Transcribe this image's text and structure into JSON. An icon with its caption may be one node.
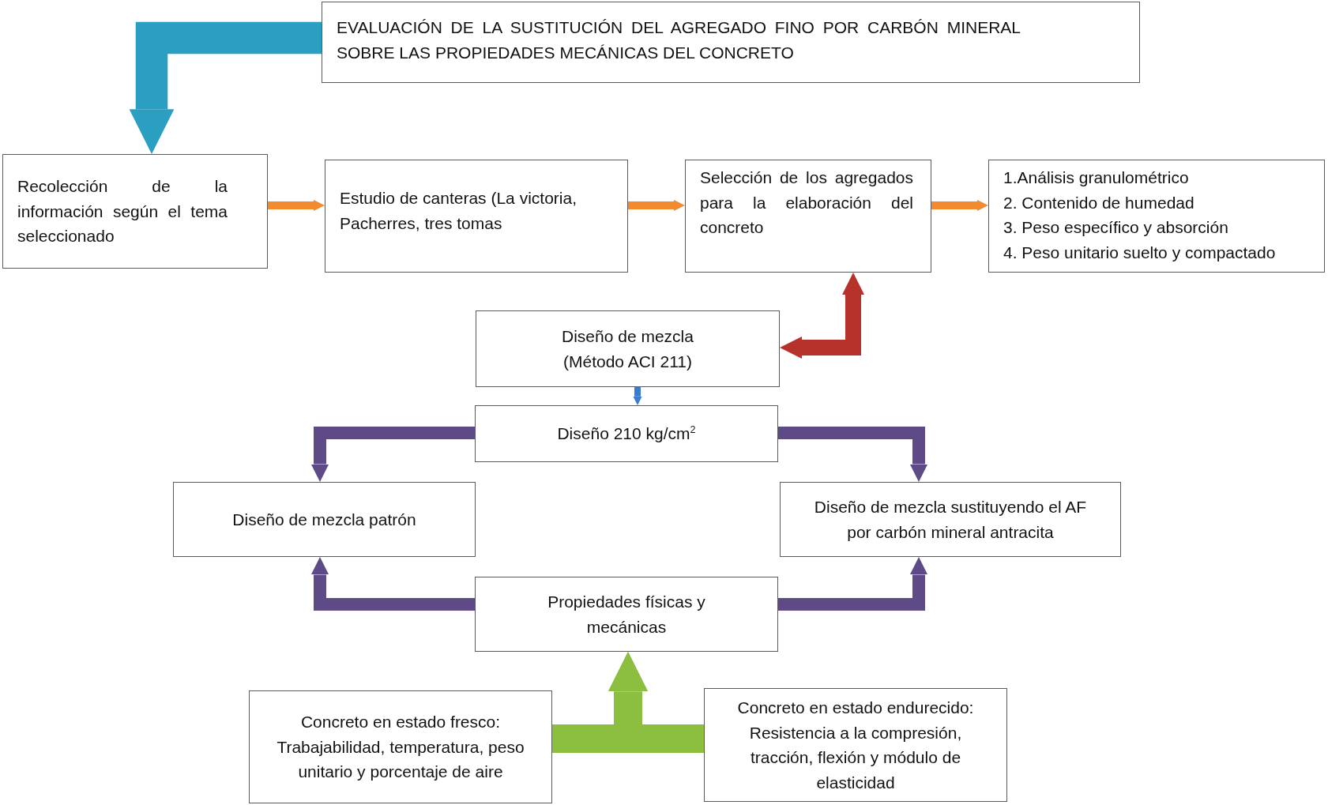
{
  "diagram": {
    "nodes": [
      {
        "text": [
          "EVALUACIÓN DE LA SUSTITUCIÓN DEL AGREGADO FINO POR CARBÓN MINERAL SOBRE LAS PROPIEDADES MECÁNICAS DEL CONCRETO"
        ]
      },
      {
        "text": [
          "Recolección de la información según el tema seleccionado"
        ]
      },
      {
        "text": [
          "Estudio de canteras (La victoria, Pacherres, tres tomas"
        ]
      },
      {
        "text": [
          "Selección de los agregados para la elaboración del concreto"
        ]
      },
      {
        "text": [
          "1.Análisis granulométrico",
          "2. Contenido de humedad",
          "3. Peso específico y absorción",
          "4. Peso unitario suelto y compactado"
        ]
      },
      {
        "text": [
          "Diseño de mezcla (Método ACI 211)"
        ]
      },
      {
        "text": [
          "Diseño 210 kg/cm$^{2}$"
        ]
      },
      {
        "text": [
          "Diseño de mezcla patrón"
        ]
      },
      {
        "text": [
          "Diseño de mezcla sustituyendo el AF por carbón mineral antracita"
        ]
      },
      {
        "text": [
          "Propiedades físicas y mecánicas"
        ]
      },
      {
        "text": [
          "Concreto en estado fresco: Trabajabilidad, temperatura, peso unitario y porcentaje de aire"
        ]
      },
      {
        "text": [
          "Concreto en estado endurecido: Resistencia a la compresión, tracción, flexión y módulo de elasticidad"
        ]
      }
    ],
    "edges": [
      {
        "from": 0,
        "to": 1,
        "arrow": "to",
        "style": "thick",
        "color": "#2a9fc2"
      },
      {
        "from": 1,
        "to": 2,
        "arrow": "to",
        "color": "#f28a2e"
      },
      {
        "from": 2,
        "to": 3,
        "arrow": "to",
        "color": "#f28a2e"
      },
      {
        "from": 3,
        "to": 4,
        "arrow": "to",
        "color": "#f28a2e"
      },
      {
        "from": 3,
        "to": 5,
        "arrow": "both",
        "color": "#b8322c"
      },
      {
        "from": 5,
        "to": 6,
        "arrow": "to",
        "color": "#3b7bd0"
      },
      {
        "from": 6,
        "to": 7,
        "arrow": "to",
        "color": "#5e4a86"
      },
      {
        "from": 6,
        "to": 8,
        "arrow": "to",
        "color": "#5e4a86"
      },
      {
        "from": 9,
        "to": 7,
        "arrow": "to",
        "color": "#5e4a86"
      },
      {
        "from": 9,
        "to": 8,
        "arrow": "to",
        "color": "#5e4a86"
      },
      {
        "from": 10,
        "to": 9,
        "arrow": "to",
        "style": "thick",
        "color": "#8cbf3f"
      },
      {
        "from": 11,
        "to": 9,
        "arrow": "to",
        "style": "thick",
        "color": "#8cbf3f"
      }
    ]
  }
}
